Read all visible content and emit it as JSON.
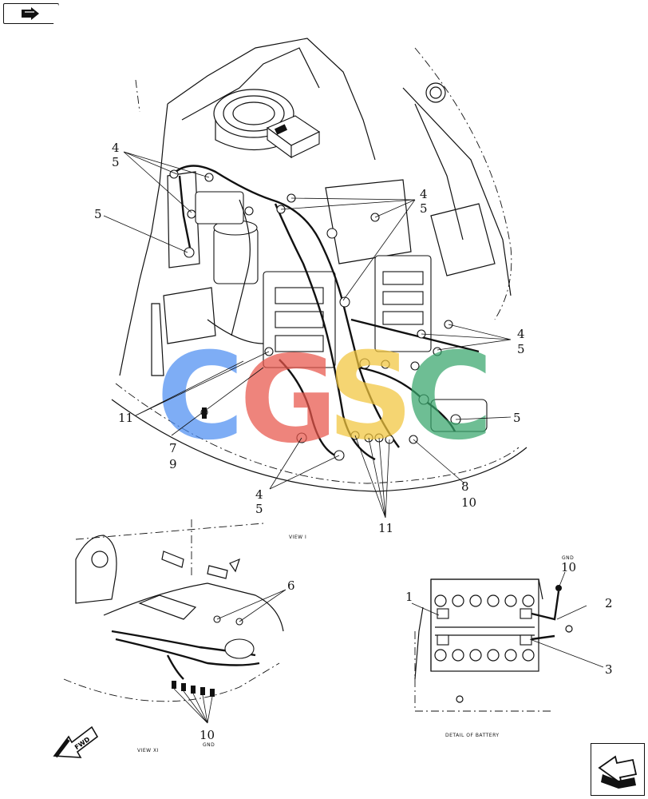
{
  "callouts": {
    "c4_5_upper_left": [
      "4",
      "5"
    ],
    "c5_left": "5",
    "c4_5_upper_right": [
      "4",
      "5"
    ],
    "c4_5_right": [
      "4",
      "5"
    ],
    "c5_right": "5",
    "c11_left": "11",
    "c7_9": [
      "7",
      "9"
    ],
    "c4_5_bottom": [
      "4",
      "5"
    ],
    "c11_bottom": "11",
    "c8_10": [
      "8",
      "10"
    ],
    "c6": "6",
    "c10_gnd_left": "10",
    "c1": "1",
    "c2": "2",
    "c3": "3",
    "c10_gnd_right": "10"
  },
  "small_labels": {
    "view_i": "VIEW I",
    "view_xi": "VIEW XI",
    "gnd_left": "GND",
    "gnd_right": "GND",
    "detail_battery": "DETAIL OF BATTERY",
    "fwd": "FWD"
  },
  "watermark": {
    "letters": [
      "C",
      "G",
      "S",
      "C"
    ],
    "colors": [
      "#4d8ef2",
      "#e8554a",
      "#f2c53d",
      "#37a66b"
    ]
  },
  "nav": {
    "prev_icon": "back-arrow-icon",
    "next_icon": "next-arrow-icon"
  }
}
